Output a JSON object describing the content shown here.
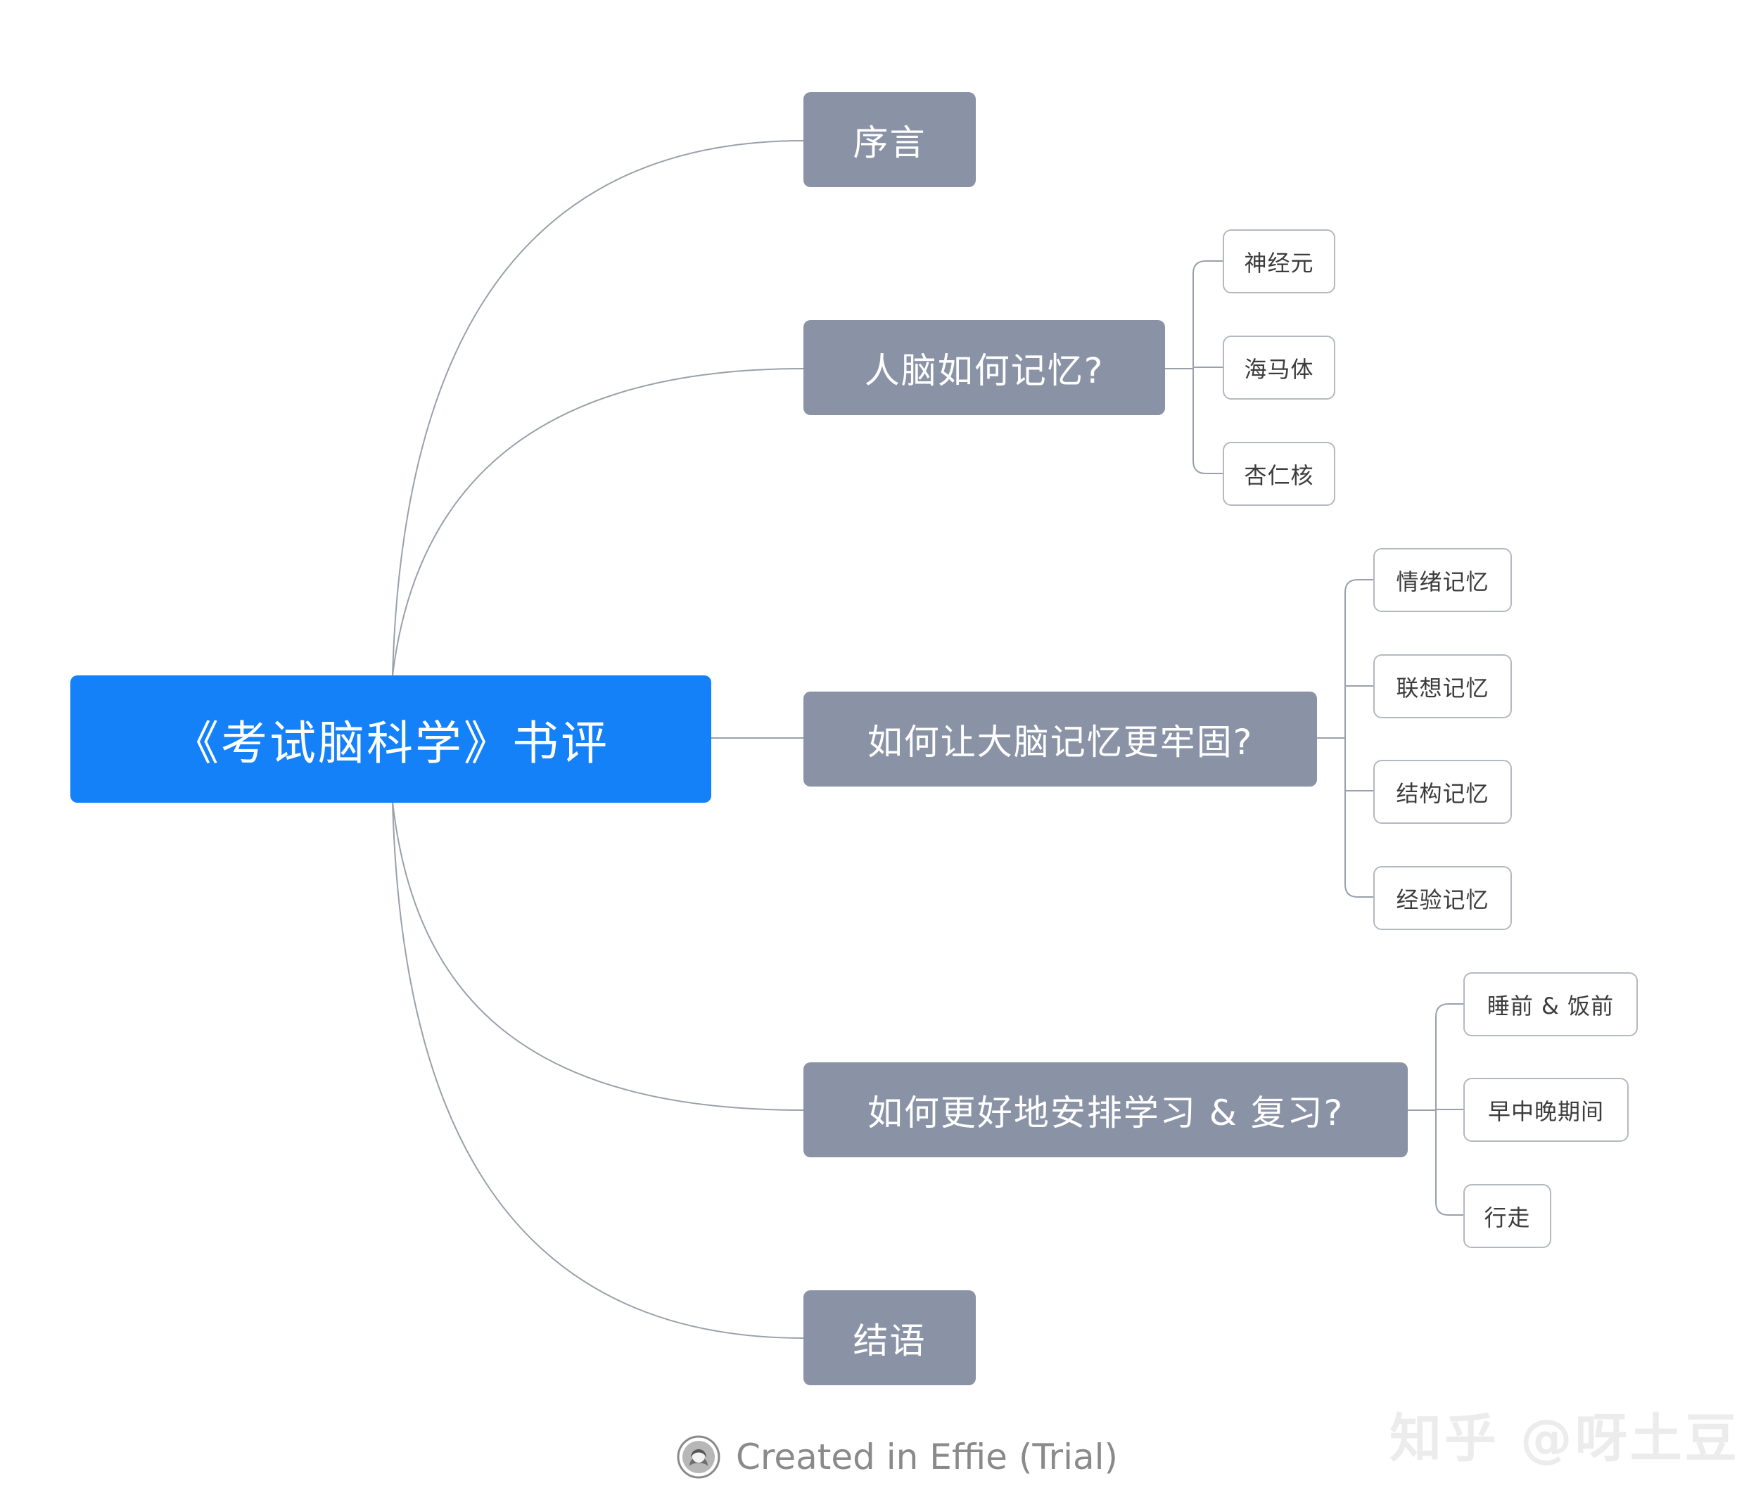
{
  "root": {
    "label": "《考试脑科学》书评",
    "color": "#1481f9"
  },
  "branches": [
    {
      "label": "序言",
      "leaves": []
    },
    {
      "label": "人脑如何记忆?",
      "leaves": [
        "神经元",
        "海马体",
        "杏仁核"
      ]
    },
    {
      "label": "如何让大脑记忆更牢固?",
      "leaves": [
        "情绪记忆",
        "联想记忆",
        "结构记忆",
        "经验记忆"
      ]
    },
    {
      "label": "如何更好地安排学习 & 复习?",
      "leaves": [
        "睡前 & 饭前",
        "早中晚期间",
        "行走"
      ]
    },
    {
      "label": "结语",
      "leaves": []
    }
  ],
  "branch_color": "#8a93a6",
  "line_color": "#9aa0aa",
  "footer": {
    "text": "Created in Effie (Trial)",
    "logo_icon": "effie-logo-icon"
  },
  "watermark": "知乎 @呀土豆"
}
